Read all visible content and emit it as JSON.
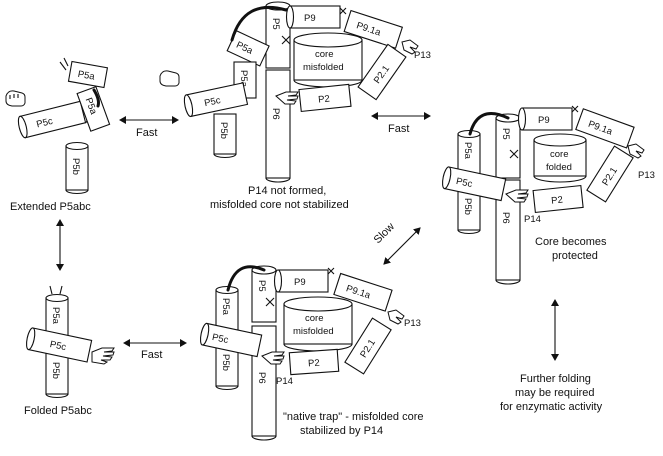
{
  "labels": {
    "p5": "P5",
    "p5a": "P5a",
    "p5b": "P5b",
    "p5c": "P5c",
    "p6": "P6",
    "p9": "P9",
    "p9_1a": "P9.1a",
    "p2": "P2",
    "p2_1": "P2.1",
    "p13": "P13",
    "p14": "P14"
  },
  "core": {
    "misfolded_line1": "core",
    "misfolded_line2": "misfolded",
    "folded_line1": "core",
    "folded_line2": "folded"
  },
  "captions": {
    "extended": "Extended P5abc",
    "folded": "Folded P5abc",
    "top_line1": "P14 not formed,",
    "top_line2": "misfolded core not stabilized",
    "trap_line1": "\"native trap\" - misfolded core",
    "trap_line2": "stabilized by P14",
    "protected_line1": "Core becomes",
    "protected_line2": "protected",
    "further_line1": "Further folding",
    "further_line2": "may be required",
    "further_line3": "for enzymatic activity"
  },
  "arrows": {
    "fast_top": "Fast",
    "fast_right": "Fast",
    "fast_bottom": "Fast",
    "slow": "Slow"
  }
}
